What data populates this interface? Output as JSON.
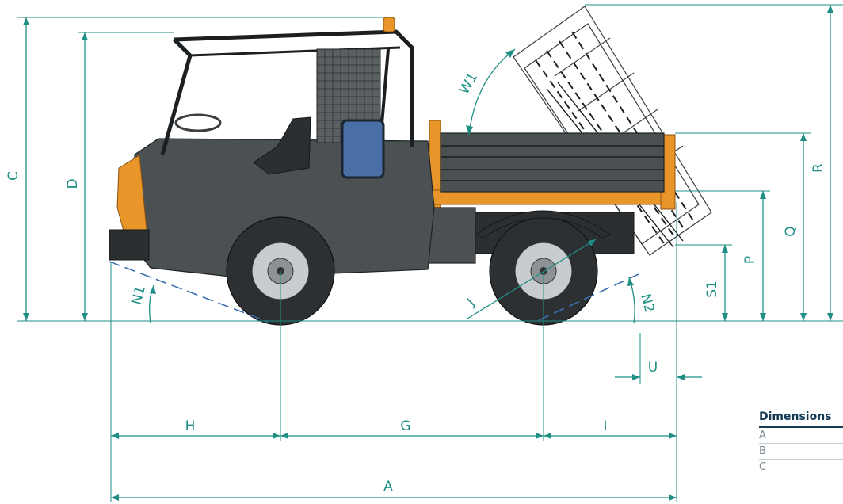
{
  "labels": {
    "A": "A",
    "C": "C",
    "D": "D",
    "G": "G",
    "H": "H",
    "I": "I",
    "J": "J",
    "N1": "N1",
    "N2": "N2",
    "P": "P",
    "Q": "Q",
    "R": "R",
    "S1": "S1",
    "U": "U",
    "W1": "W1"
  },
  "table": {
    "title": "Dimensions",
    "rows": [
      "A",
      "B",
      "C"
    ]
  },
  "colors": {
    "dimension": "#1f8f86",
    "body": "#4b5153",
    "accent": "#e8952a",
    "window": "#4a6fa5"
  }
}
